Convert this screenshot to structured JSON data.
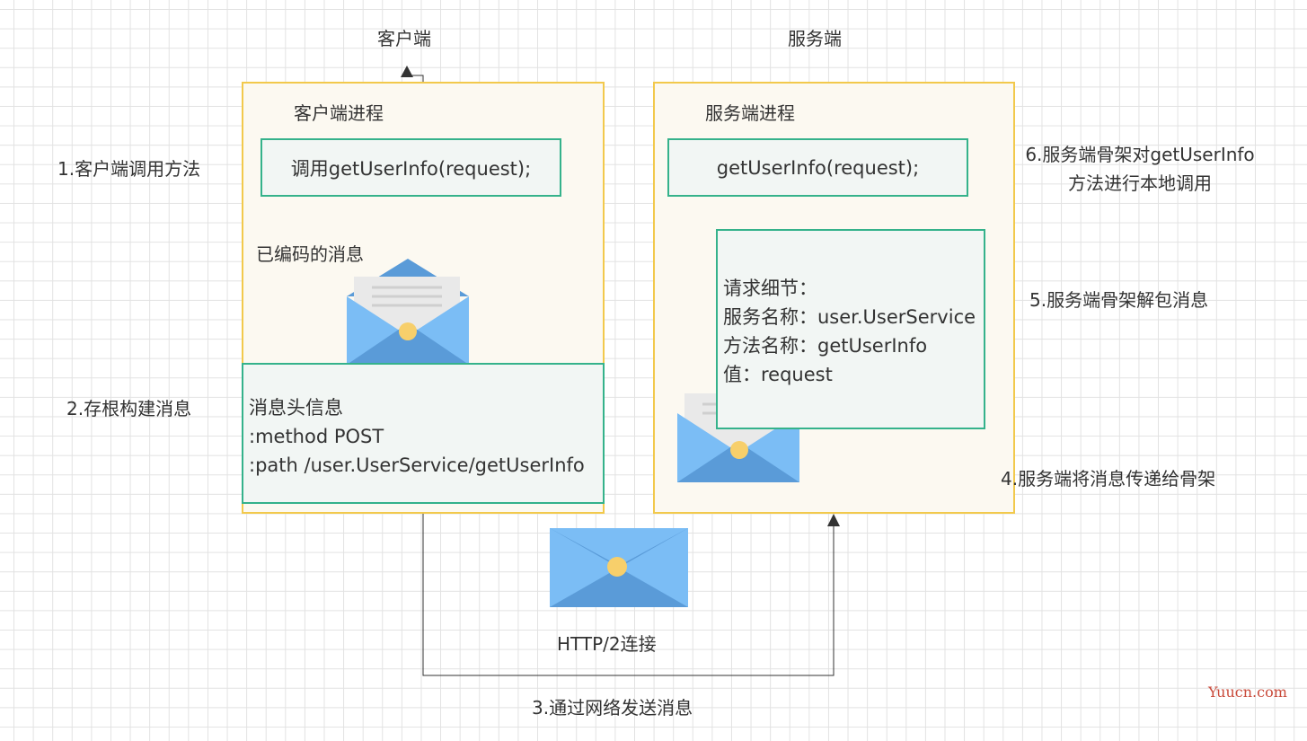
{
  "headers": {
    "client": "客户端",
    "server": "服务端"
  },
  "client_process": {
    "title": "客户端进程",
    "call": "调用getUserInfo(request);",
    "encoded_label": "已编码的消息",
    "header_block": [
      "消息头信息",
      ":method POST",
      ":path /user.UserService/getUserInfo"
    ]
  },
  "server_process": {
    "title": "服务端进程",
    "call": "getUserInfo(request);",
    "detail_block": [
      "请求细节：",
      "服务名称：user.UserService",
      "方法名称：getUserInfo",
      "值：request"
    ]
  },
  "steps": {
    "s1": "1.客户端调用方法",
    "s2": "2.存根构建消息",
    "s3": "3.通过网络发送消息",
    "s4": "4.服务端将消息传递给骨架",
    "s5": "5.服务端骨架解包消息",
    "s6_line1": "6.服务端骨架对getUserInfo",
    "s6_line2": "方法进行本地调用"
  },
  "connection_label": "HTTP/2连接",
  "watermark": "Yuucn.com",
  "colors": {
    "process_fill": "#fcf9f1",
    "process_border": "#f2c94c",
    "box_fill": "#f2f6f4",
    "box_border": "#35b28b",
    "envelope_light": "#7bbdf5",
    "envelope_dark": "#5a9bd8",
    "envelope_seal": "#f7cf6b"
  },
  "icons": [
    "envelope-icon",
    "arrow-head-icon"
  ]
}
